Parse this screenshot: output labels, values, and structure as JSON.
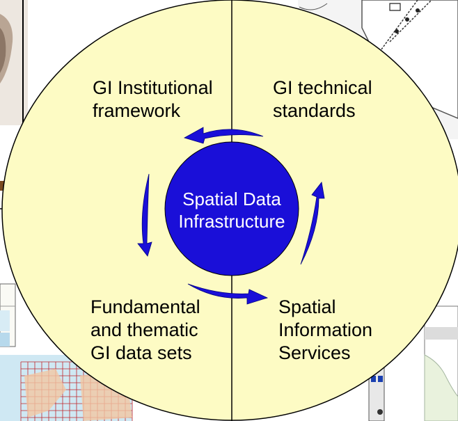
{
  "diagram": {
    "center": {
      "line1": "Spatial Data",
      "line2": "Infrastructure"
    },
    "quadrants": {
      "top_left": {
        "line1": "GI Institutional",
        "line2": "framework"
      },
      "top_right": {
        "line1": "GI technical",
        "line2": "standards"
      },
      "bottom_left": {
        "line1": "Fundamental",
        "line2": "and thematic",
        "line3": "GI data sets"
      },
      "bottom_right": {
        "line1": "Spatial",
        "line2": "Information",
        "line3": "Services"
      }
    },
    "colors": {
      "outer_circle": "#fdfbc4",
      "inner_circle": "#1a0fd8",
      "arrows": "#1a0fd8",
      "divider": "#000000"
    }
  }
}
